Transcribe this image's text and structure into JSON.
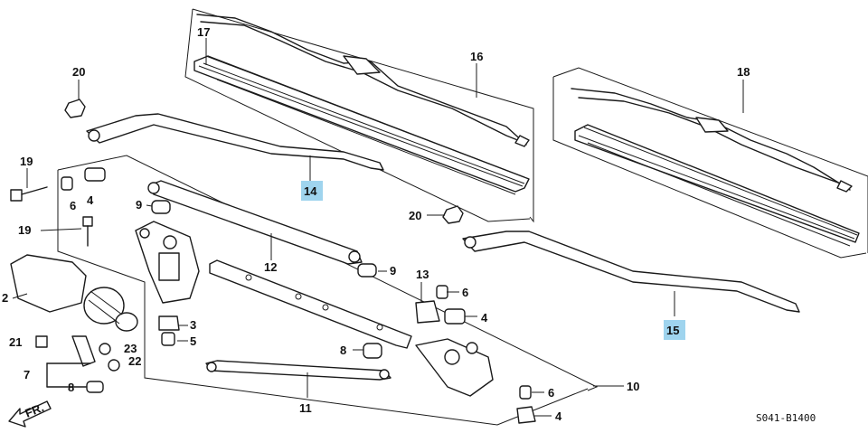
{
  "diagram": {
    "callouts": {
      "c20a": "20",
      "c19": "19",
      "c6a": "6",
      "c4a": "4",
      "c19b": "19",
      "c2": "2",
      "c21": "21",
      "c7": "7",
      "c23": "23",
      "c22": "22",
      "c8a": "8",
      "c9a": "9",
      "c12": "12",
      "c3": "3",
      "c5": "5",
      "c9b": "9",
      "c13": "13",
      "c6b": "6",
      "c4b": "4",
      "c8b": "8",
      "c11": "11",
      "c10": "10",
      "c6c": "6",
      "c4c": "4",
      "c17": "17",
      "c16": "16",
      "c14": "14",
      "c20b": "20",
      "c18": "18",
      "c15": "15"
    },
    "drawing_code": "S041-B1400",
    "direction_marker": "FR.",
    "highlight_color": "#9fd4ee"
  }
}
